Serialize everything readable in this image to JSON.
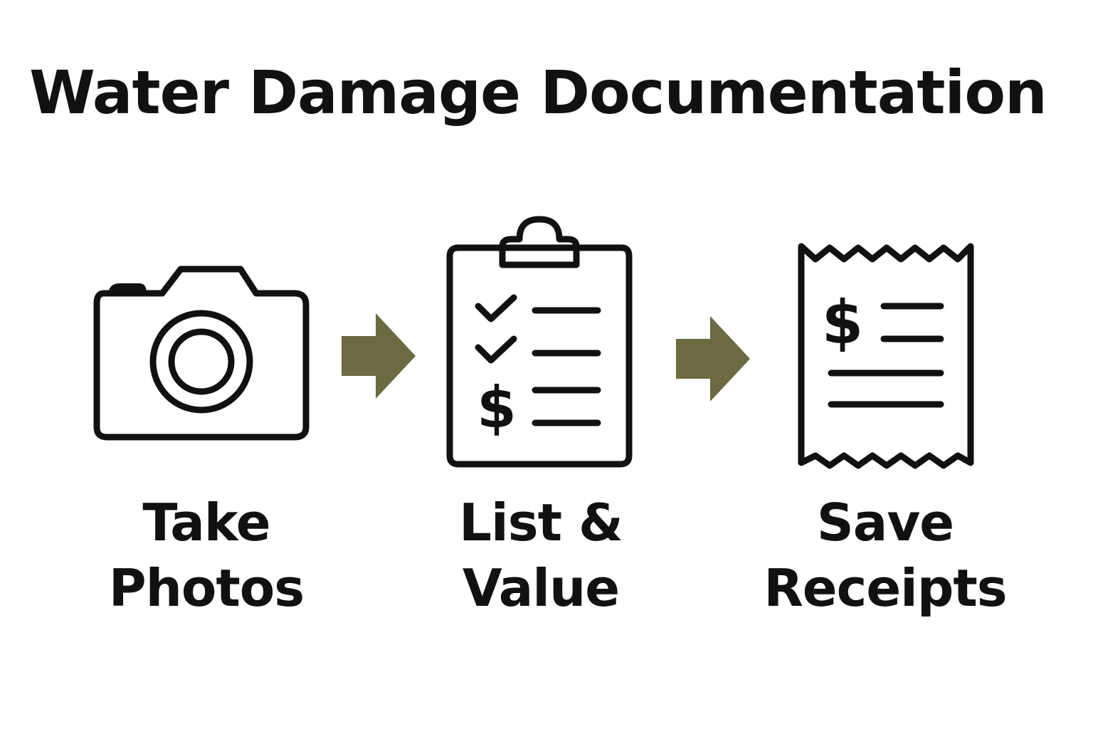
{
  "title": "Water Damage Documentation",
  "colors": {
    "icon_stroke": "#111111",
    "arrow_fill": "#6b6a40",
    "background": "#ffffff"
  },
  "steps": [
    {
      "icon": "camera-icon",
      "line1": "Take",
      "line2": "Photos"
    },
    {
      "icon": "clipboard-checklist-icon",
      "line1": "List &",
      "line2": "Value"
    },
    {
      "icon": "receipt-icon",
      "line1": "Save",
      "line2": "Receipts"
    }
  ],
  "symbols": {
    "dollar": "$"
  }
}
